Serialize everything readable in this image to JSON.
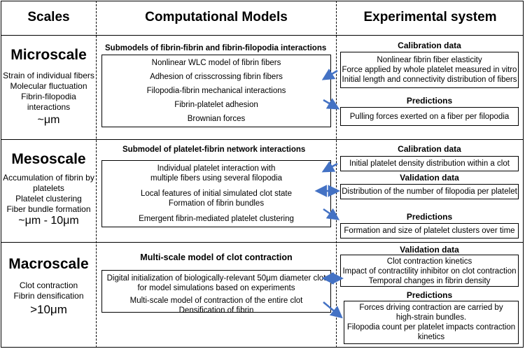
{
  "headers": {
    "scales": "Scales",
    "models": "Computational Models",
    "experimental": "Experimental system"
  },
  "micro": {
    "title": "Microscale",
    "desc": [
      "Strain of individual fibers",
      "Molecular fluctuation",
      "Fibrin-filopodia",
      "interactions"
    ],
    "unit": "~μm",
    "model_title": "Submodels of fibrin-fibrin and fibrin-filopodia interactions",
    "model_items": [
      "Nonlinear WLC model of fibrin fibers",
      "Adhesion of crisscrossing fibrin fibers",
      "Filopodia-fibrin mechanical interactions",
      "Fibrin-platelet adhesion",
      "Brownian forces"
    ],
    "calib_title": "Calibration data",
    "calib_items": [
      "Nonlinear fibrin fiber elasticity",
      "Force applied by whole platelet measured in vitro",
      "Initial length and connectivity distribution of fibers"
    ],
    "pred_title": "Predictions",
    "pred_items": [
      "Pulling forces exerted on a fiber per filopodia"
    ]
  },
  "meso": {
    "title": "Mesoscale",
    "desc": [
      "Accumulation of fibrin by",
      "platelets",
      "Platelet clustering",
      "Fiber bundle formation"
    ],
    "unit": "~μm - 10μm",
    "model_title": "Submodel of platelet-fibrin network interactions",
    "model_items": [
      "Individual platelet interaction with",
      "multiple fibers using several filopodia",
      "Local features of initial simulated clot state",
      "Formation of fibrin bundles",
      "Emergent fibrin-mediated platelet clustering"
    ],
    "calib_title": "Calibration data",
    "calib_items": [
      "Initial platelet density distribution within a clot"
    ],
    "valid_title": "Validation data",
    "valid_items": [
      "Distribution of the number of filopodia per platelet"
    ],
    "pred_title": "Predictions",
    "pred_items": [
      "Formation and size of platelet clusters over time"
    ]
  },
  "macro": {
    "title": "Macroscale",
    "desc": [
      "Clot contraction",
      "Fibrin densification"
    ],
    "unit": ">10μm",
    "model_title": "Multi-scale model of clot contraction",
    "model_items": [
      "Digital initialization of biologically-relevant 50μm diameter clot",
      "for model simulations based on experiments",
      "Multi-scale model of contraction of the entire clot",
      "Densification of fibrin"
    ],
    "valid_title": "Validation data",
    "valid_items": [
      "Clot contraction kinetics",
      "Impact of contractility inhibitor on clot contraction",
      "Temporal changes in fibrin density"
    ],
    "pred_title": "Predictions",
    "pred_items": [
      "Forces driving contraction are carried by",
      "high-strain bundles.",
      "Filopodia count per platelet impacts contraction",
      "kinetics"
    ]
  },
  "colors": {
    "arrow": "#4472C4",
    "border": "#000000"
  }
}
